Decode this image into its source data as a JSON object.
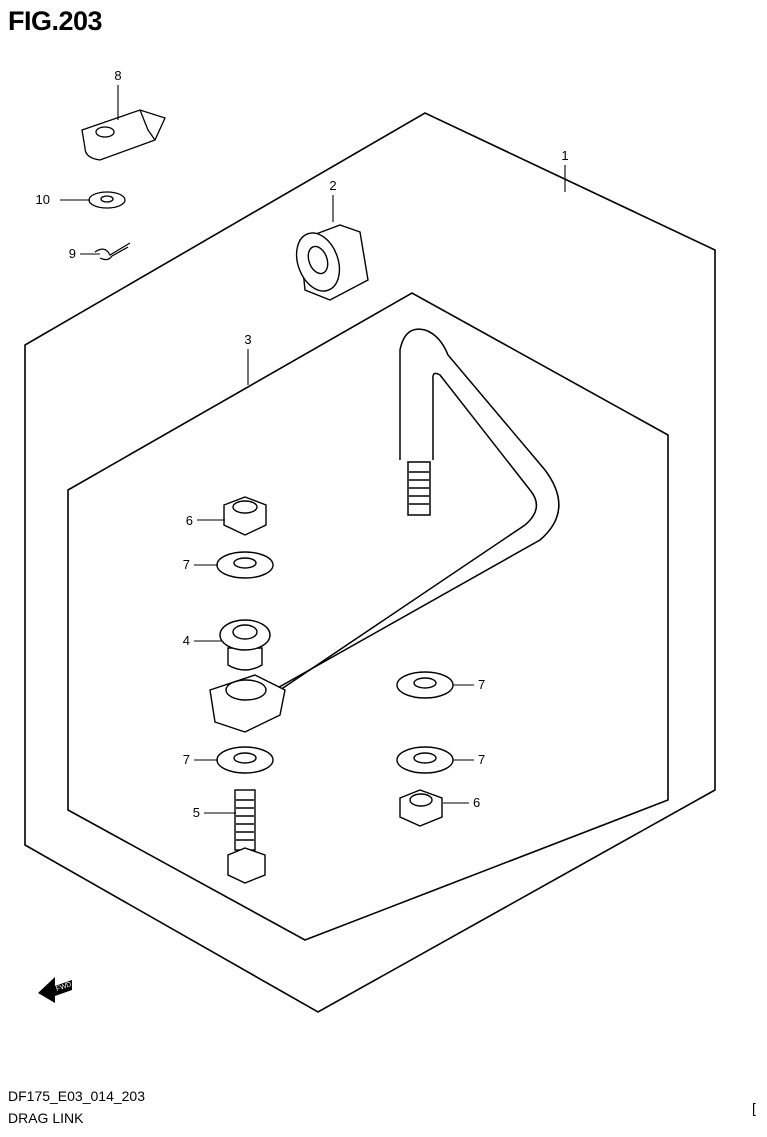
{
  "figure_title": "FIG.203",
  "drawing_code": "DF175_E03_014_203",
  "caption": "DRAG LINK",
  "corner_mark": "[",
  "fwd_icon": {
    "label": "FWD",
    "icon": "forward-arrow-icon"
  },
  "callouts": [
    {
      "ref": "1",
      "part": "drag-link-assembly"
    },
    {
      "ref": "2",
      "part": "bushing"
    },
    {
      "ref": "3",
      "part": "drag-link-rod"
    },
    {
      "ref": "8",
      "part": "link-end"
    },
    {
      "ref": "10",
      "part": "washer"
    },
    {
      "ref": "9",
      "part": "cotter-pin"
    },
    {
      "ref": "6",
      "part": "nut"
    },
    {
      "ref": "7",
      "part": "washer"
    },
    {
      "ref": "4",
      "part": "bushing"
    },
    {
      "ref": "7",
      "part": "washer"
    },
    {
      "ref": "5",
      "part": "bolt"
    },
    {
      "ref": "7",
      "part": "washer"
    },
    {
      "ref": "7",
      "part": "washer"
    },
    {
      "ref": "6",
      "part": "nut"
    }
  ]
}
